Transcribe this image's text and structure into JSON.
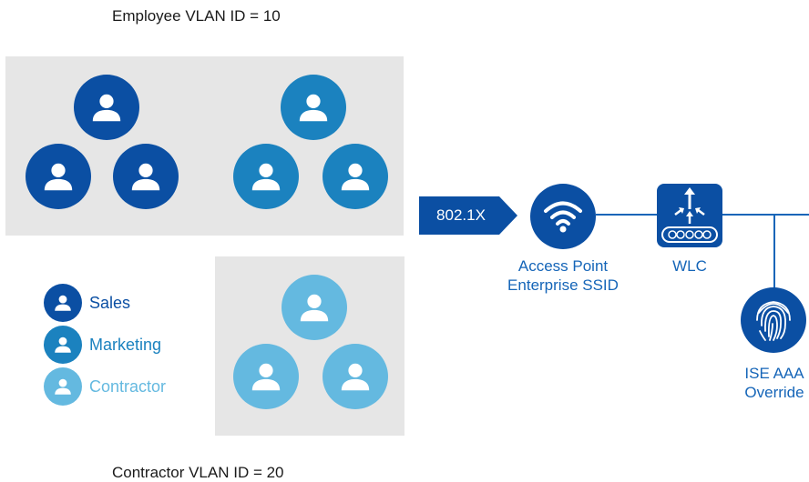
{
  "vlans": {
    "employee_label": "Employee VLAN ID = 10",
    "contractor_label": "Contractor VLAN ID = 20"
  },
  "colors": {
    "sales": "#0b4fa3",
    "marketing": "#1b82bf",
    "contractor": "#64b9e0",
    "panel": "#e6e6e6",
    "line": "#1565b8"
  },
  "legend": [
    {
      "label": "Sales",
      "color_key": "sales"
    },
    {
      "label": "Marketing",
      "color_key": "marketing"
    },
    {
      "label": "Contractor",
      "color_key": "contractor"
    }
  ],
  "auth": {
    "label": "802.1X"
  },
  "devices": {
    "access_point": {
      "line1": "Access Point",
      "line2": "Enterprise SSID",
      "icon": "wifi-icon"
    },
    "wlc": {
      "label": "WLC",
      "icon": "wireless-controller-icon"
    },
    "ise": {
      "line1": "ISE AAA",
      "line2": "Override",
      "icon": "fingerprint-icon"
    }
  }
}
